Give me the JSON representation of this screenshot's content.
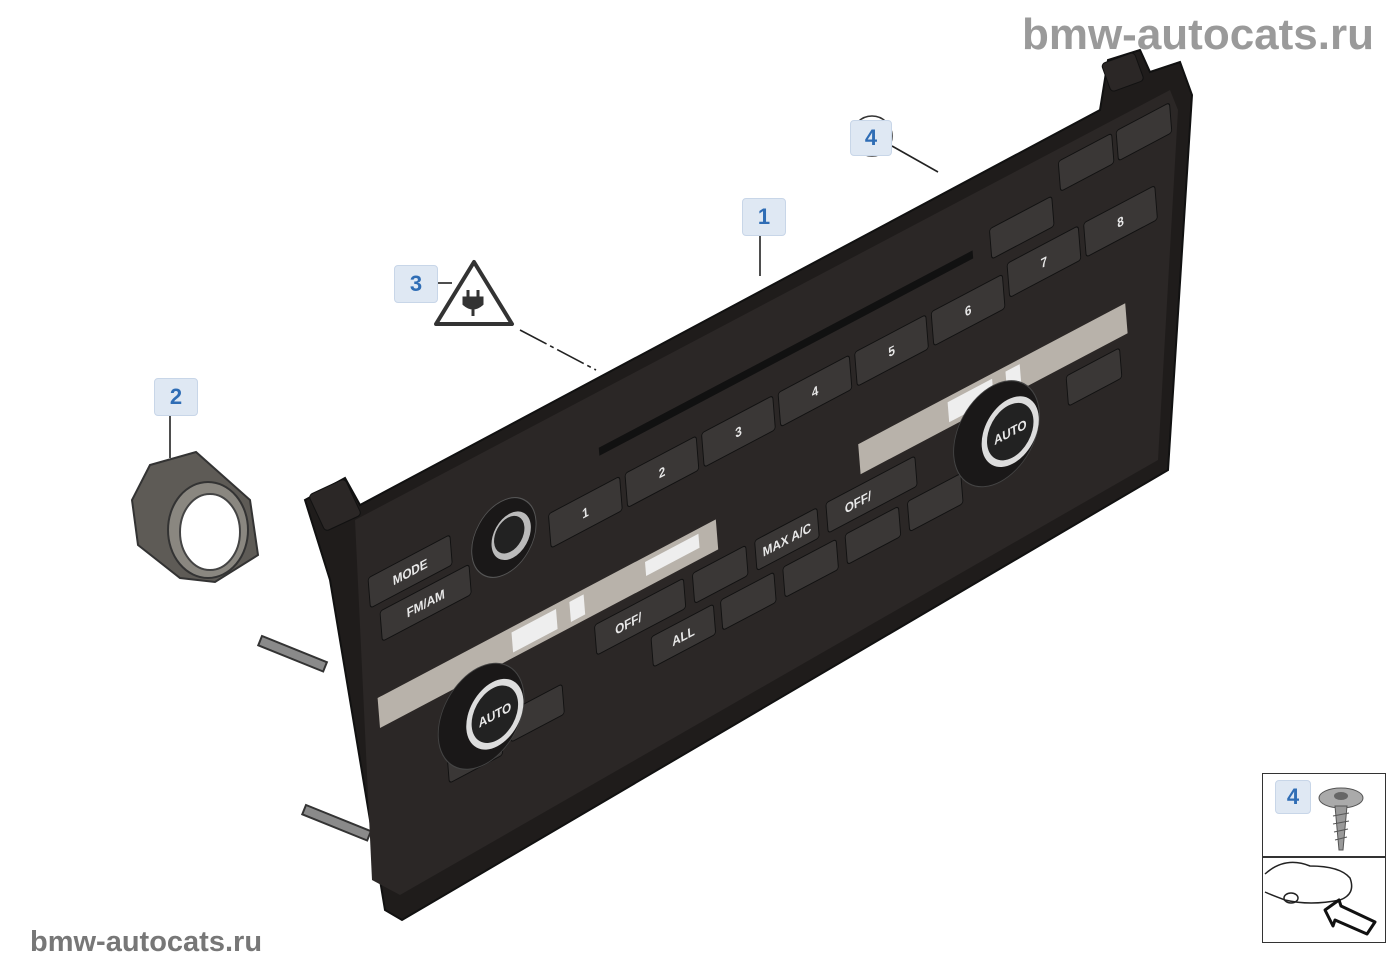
{
  "watermarks": {
    "top": "bmw-autocats.ru",
    "bottom": "bmw-autocats.ru"
  },
  "callouts": [
    {
      "id": "1",
      "label": "1"
    },
    {
      "id": "2",
      "label": "2"
    },
    {
      "id": "3",
      "label": "3"
    },
    {
      "id": "4",
      "label": "4"
    }
  ],
  "inset": {
    "callout": "4"
  },
  "panel": {
    "mode_label": "MODE",
    "fmam_label": "FM/AM",
    "presets": [
      "1",
      "2",
      "3",
      "4",
      "5",
      "6",
      "7",
      "8"
    ],
    "max_ac_label": "MAX A/C",
    "off_left_label": "OFF/",
    "off_right_label": "OFF/",
    "all_label": "ALL",
    "auto_left_label": "AUTO",
    "auto_right_label": "AUTO"
  },
  "colors": {
    "callout_bg": "#dfe8f3",
    "callout_text": "#2f6db5",
    "panel": "#2b2726",
    "button": "#3a3736"
  }
}
